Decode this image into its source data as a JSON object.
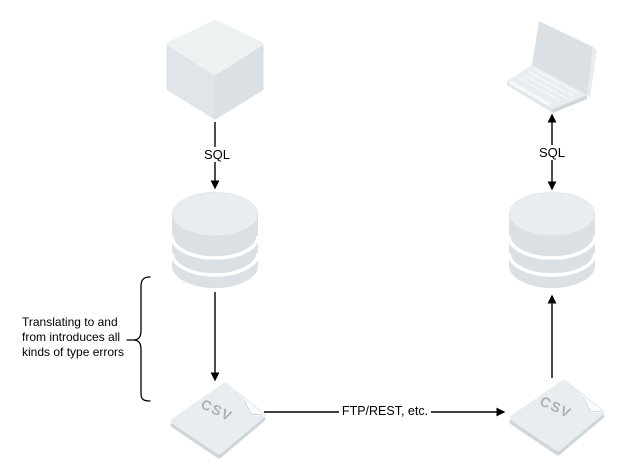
{
  "diagram": {
    "labels": {
      "sql_left": "SQL",
      "sql_right": "SQL",
      "transfer": "FTP/REST, etc."
    },
    "annotation": "Translating to and from introduces all kinds of type errors",
    "nodes": {
      "cube": {
        "icon": "cube-icon"
      },
      "database_left": {
        "icon": "database-icon"
      },
      "csv_left": {
        "icon": "csv-file-icon",
        "label": "CSV"
      },
      "laptop": {
        "icon": "laptop-icon"
      },
      "database_right": {
        "icon": "database-icon"
      },
      "csv_right": {
        "icon": "csv-file-icon",
        "label": "CSV"
      }
    },
    "colors": {
      "background": "#ffffff",
      "line": "#000000",
      "text": "#000000",
      "shape_lightest": "#eef1f2",
      "shape_light": "#e9edef",
      "shape_soft": "#dfe5e8",
      "shape_mid": "#dae0e3",
      "shape_dark": "#cfd6da",
      "key_line": "#f5f8f9",
      "csv_label": "#a9b2b8",
      "fold": "#fbfcfd"
    }
  }
}
